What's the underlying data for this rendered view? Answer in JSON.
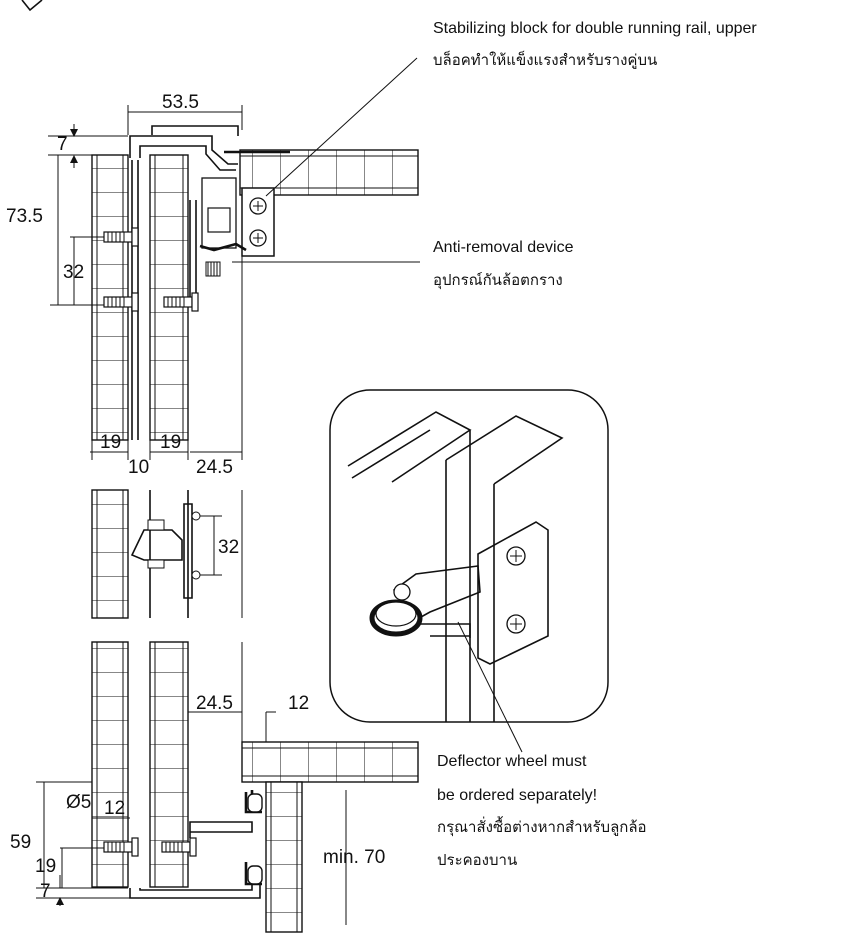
{
  "dimensions": {
    "width_top": "53.5",
    "gap_top": "7",
    "height_block": "73.5",
    "screw_pitch_upper": "32",
    "panel_a": "19",
    "panel_b": "19",
    "gap_between": "10",
    "offset_front": "24.5",
    "screw_pitch_mid": "32",
    "offset_lower": "24.5",
    "lower_gap": "12",
    "hole_dia": "Ø5",
    "inner_gap": "12",
    "height_lower": "59",
    "lower_19": "19",
    "lower_7": "7",
    "min_height": "min. 70"
  },
  "callouts": {
    "stabilizing_en": "Stabilizing block for double running rail, upper",
    "stabilizing_th": "บล็อคทำให้แข็งแรงสำหรับรางคู่บน",
    "antiremoval_en": "Anti-removal device",
    "antiremoval_th": "อุปกรณ์กันล้อตกราง",
    "deflector_en_1": "Deflector wheel must",
    "deflector_en_2": "be ordered separately!",
    "deflector_th_1": "กรุณาสั่งซื้อต่างหากสำหรับลูกล้อ",
    "deflector_th_2": "ประคองบาน"
  }
}
